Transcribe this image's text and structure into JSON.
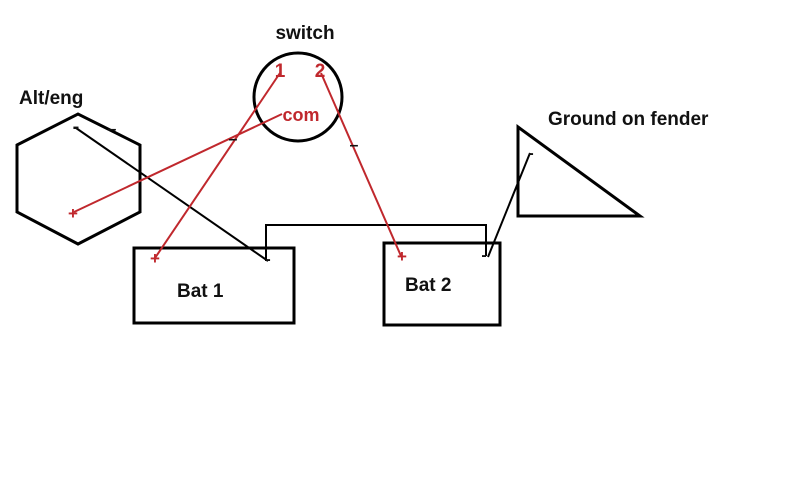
{
  "labels": {
    "switch": "switch",
    "alt_eng": "Alt/eng",
    "ground": "Ground on fender",
    "bat1": "Bat 1",
    "bat2": "Bat 2"
  },
  "switch_terminals": {
    "t1": "1",
    "t2": "2",
    "com": "com"
  },
  "polarity": {
    "plus": "+",
    "minus": "-",
    "dash": "–"
  },
  "colors": {
    "positive_wire": "#c0282d",
    "negative_wire": "#000000",
    "outline": "#000000"
  }
}
